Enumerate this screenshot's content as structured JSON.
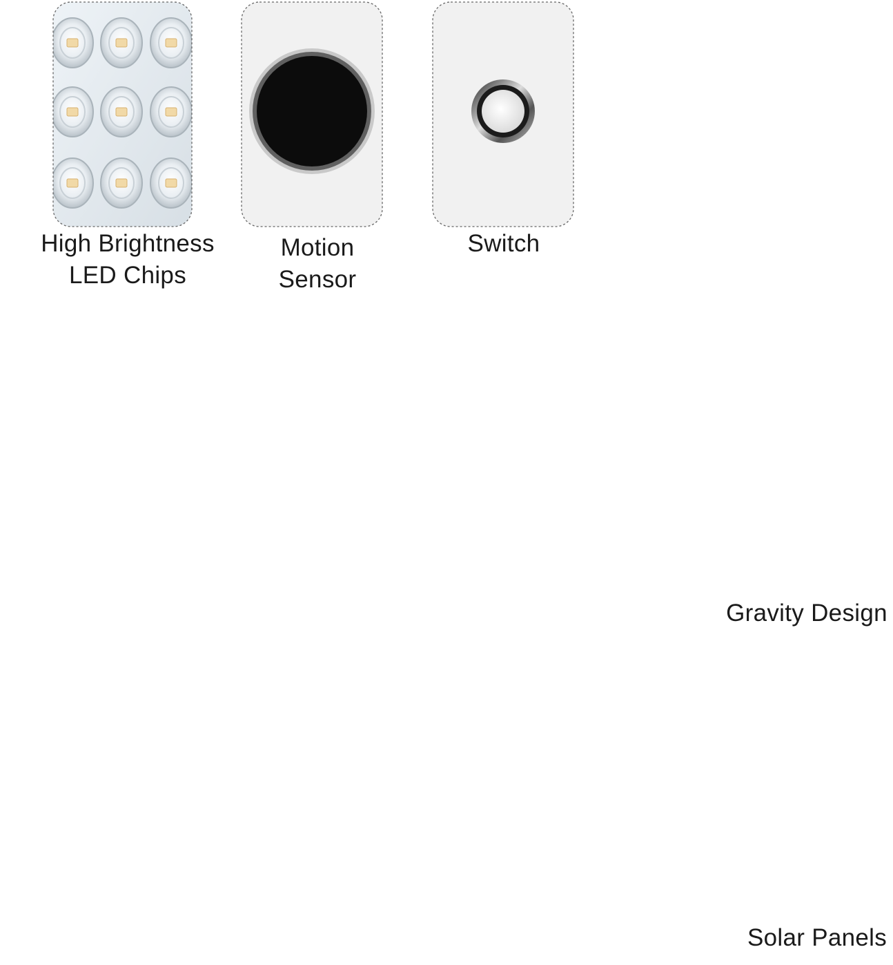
{
  "callouts": {
    "led_chips": {
      "line1": "High Brightness",
      "line2": "LED Chips"
    },
    "motion_sensor": {
      "line1": "Motion",
      "line2": "Sensor"
    },
    "switch": {
      "label": "Switch"
    },
    "gravity_design": {
      "label": "Gravity Design"
    },
    "solar_panels": {
      "label": "Solar Panels"
    }
  },
  "colors": {
    "housing": "#f3f3f3",
    "housing_edge": "#c8c8c8",
    "solar_cell": "#2c2c2e",
    "solar_grid": "#9a9a9a",
    "sensor": "#0c0c0c"
  },
  "icons": [
    "led-chip-icon",
    "motion-sensor-icon",
    "switch-button-icon",
    "mounting-bracket-icon",
    "solar-cell-icon"
  ]
}
